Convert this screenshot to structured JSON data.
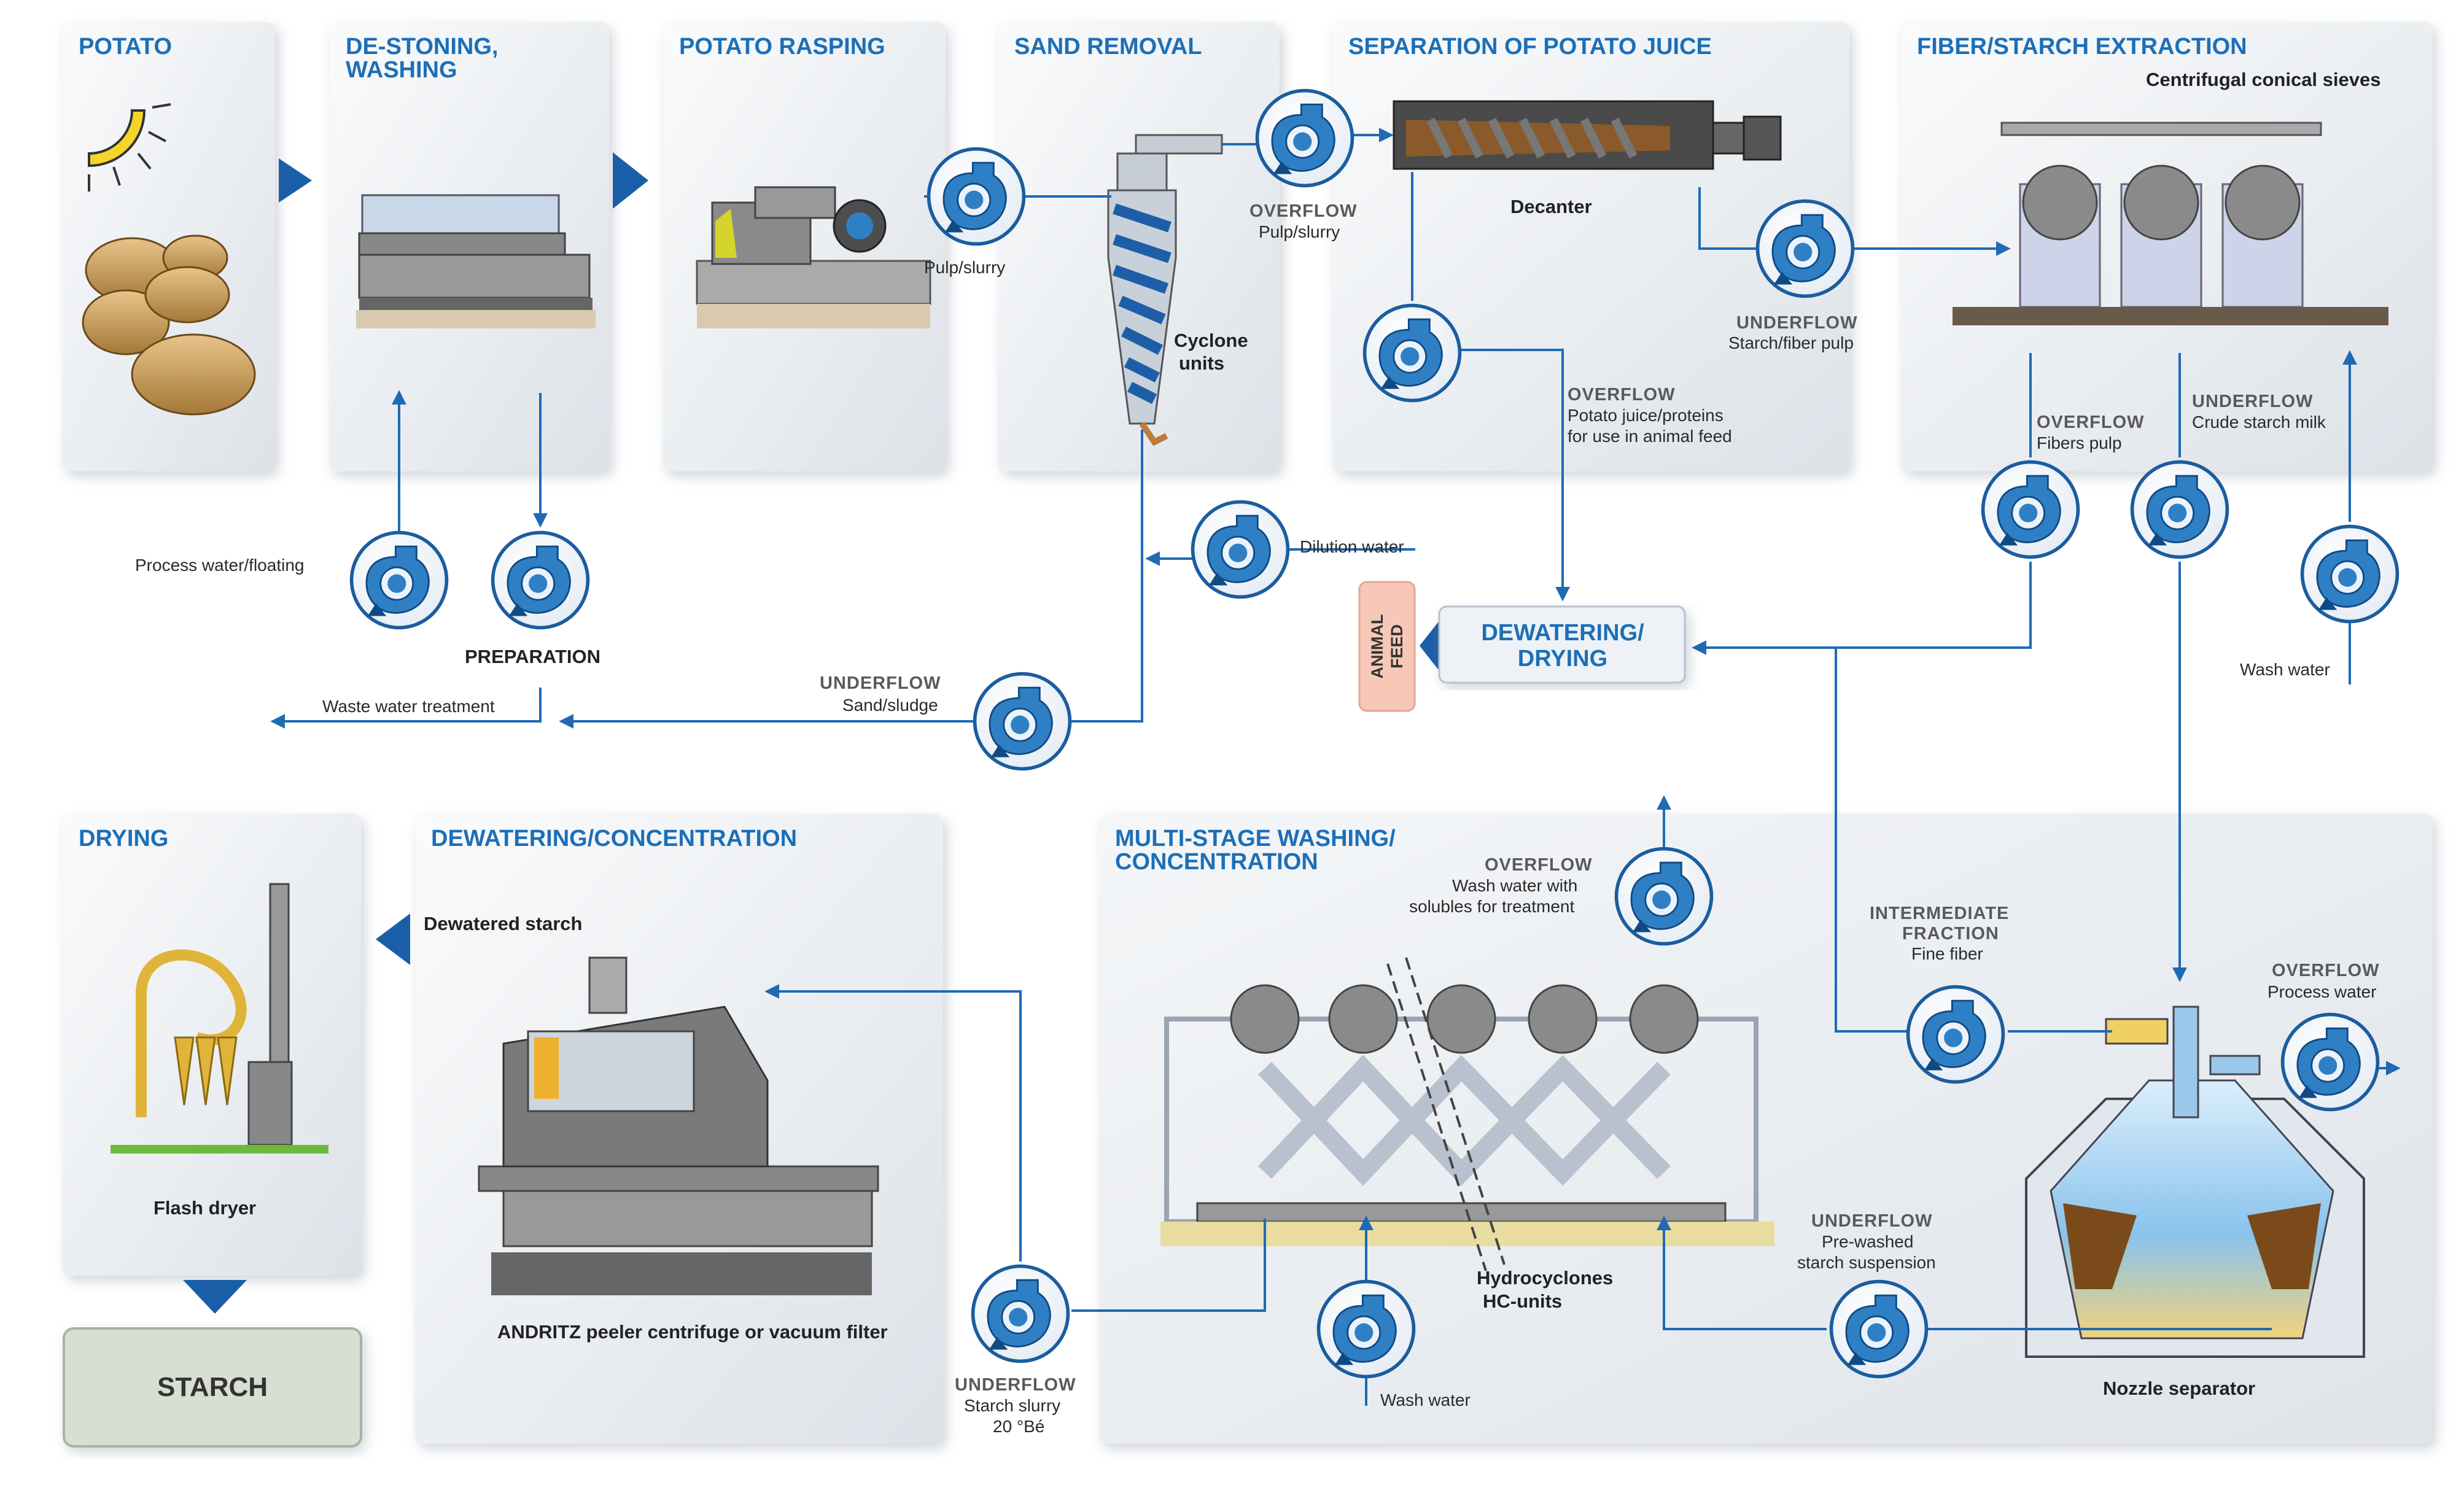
{
  "colors": {
    "accent": "#1c6fb8",
    "flow_line": "#1f6ab5",
    "panel_bg": "#e9edf2",
    "feed_box": "#f7c8b8",
    "starch_box": "#d8dfd2"
  },
  "panels": {
    "potato": "POTATO",
    "destoning_line1": "DE-STONING,",
    "destoning_line2": "WASHING",
    "rasping": "POTATO RASPING",
    "sand_removal": "SAND REMOVAL",
    "separation": "SEPARATION OF POTATO JUICE",
    "fiber_starch": "FIBER/STARCH EXTRACTION",
    "drying": "DRYING",
    "dewatering_concentration": "DEWATERING/CONCENTRATION",
    "multistage_line1": "MULTI-STAGE WASHING/",
    "multistage_line2": "CONCENTRATION"
  },
  "equipment": {
    "centrifugal_sieves": "Centrifugal conical sieves",
    "decanter": "Decanter",
    "cyclone_line1": "Cyclone",
    "cyclone_line2": "units",
    "flash_dryer": "Flash dryer",
    "peeler": "ANDRITZ peeler centrifuge or vacuum filter",
    "hydrocyclones_line1": "Hydrocyclones",
    "hydrocyclones_line2": "HC-units",
    "nozzle_separator": "Nozzle separator"
  },
  "labels": {
    "pulp_slurry": "Pulp/slurry",
    "overflow": "OVERFLOW",
    "overflow_pulp_slurry": "Pulp/slurry",
    "underflow": "UNDERFLOW",
    "starch_fiber_pulp": "Starch/fiber pulp",
    "potato_juice_line1": "Potato juice/proteins",
    "potato_juice_line2": "for use in animal feed",
    "fibers_pulp": "Fibers pulp",
    "crude_starch_milk": "Crude starch milk",
    "process_water_floating": "Process water/floating",
    "preparation": "PREPARATION",
    "waste_water_treatment": "Waste water treatment",
    "dilution_water": "Dilution water",
    "sand_sludge": "Sand/sludge",
    "wash_water": "Wash water",
    "wash_water_solubles_line1": "Wash water with",
    "wash_water_solubles_line2": "solubles for treatment",
    "intermediate_line1": "INTERMEDIATE",
    "intermediate_line2": "FRACTION",
    "fine_fiber": "Fine fiber",
    "process_water": "Process water",
    "prewashed_line1": "Pre-washed",
    "prewashed_line2": "starch suspension",
    "dewatered_starch": "Dewatered starch",
    "starch_slurry": "Starch slurry",
    "baume": "20 °Bé",
    "hc_wash_water": "Wash water",
    "fiber_wash_water": "Wash water"
  },
  "boxes": {
    "dewatering_drying_line1": "DEWATERING/",
    "dewatering_drying_line2": "DRYING",
    "animal_feed_line1": "ANIMAL",
    "animal_feed_line2": "FEED",
    "starch": "STARCH"
  },
  "icons": [
    "pump-icon",
    "sun-icon",
    "potato-icon",
    "chevron-right-icon",
    "chevron-down-icon",
    "chevron-left-icon"
  ]
}
